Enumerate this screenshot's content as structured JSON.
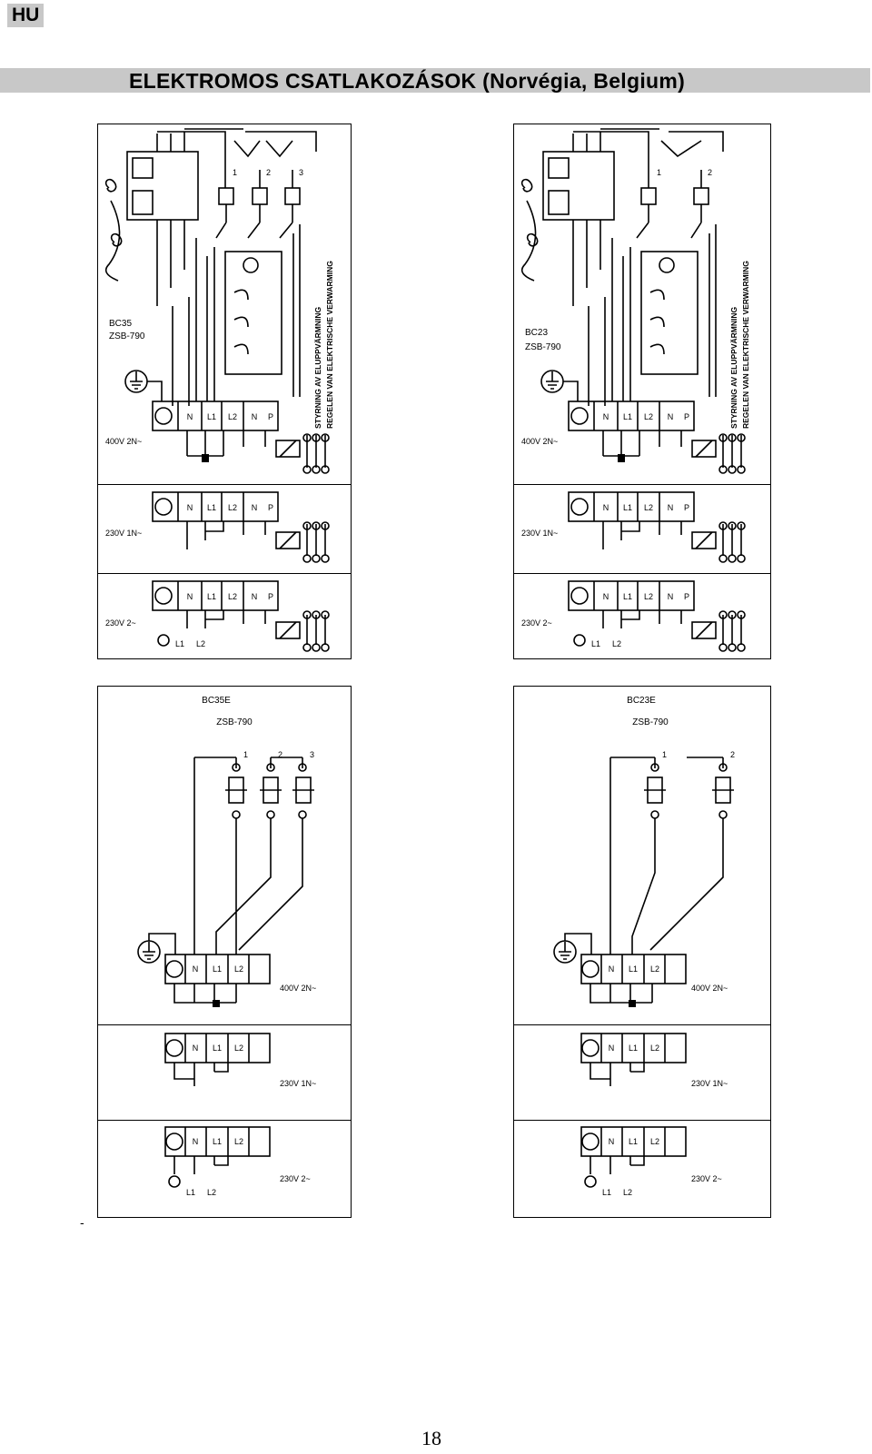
{
  "header": {
    "lang": "HU",
    "title": "ELEKTROMOS CSATLAKOZÁSOK (Norvégia, Belgium)"
  },
  "panels": [
    {
      "model": "BC35",
      "model2": "ZSB-790",
      "element_numbers": [
        "1",
        "2",
        "3"
      ],
      "side_label_1": "STYRNING AV ELUPPVÄRMNING",
      "side_label_2": "REGELEN VAN ELEKTRISCHE VERWARMING",
      "terminals": [
        "N",
        "L1",
        "L2",
        "N",
        "P"
      ],
      "voltages": [
        "400V 2N~",
        "230V 1N~",
        "230V 2~"
      ],
      "sub_labels": [
        "L1",
        "L2"
      ]
    },
    {
      "model": "BC23",
      "model2": "ZSB-790",
      "element_numbers": [
        "1",
        "2"
      ],
      "side_label_1": "STYRNING AV ELUPPVÄRMNING",
      "side_label_2": "REGELEN VAN ELEKTRISCHE VERWARMING",
      "terminals": [
        "N",
        "L1",
        "L2",
        "N",
        "P"
      ],
      "voltages": [
        "400V 2N~",
        "230V 1N~",
        "230V 2~"
      ],
      "sub_labels": [
        "L1",
        "L2"
      ]
    },
    {
      "model": "BC35E",
      "model2": "ZSB-790",
      "element_numbers": [
        "1",
        "2",
        "3"
      ],
      "terminals": [
        "N",
        "L1",
        "L2"
      ],
      "voltages": [
        "400V 2N~",
        "230V 1N~",
        "230V 2~"
      ],
      "sub_labels": [
        "L1",
        "L2"
      ]
    },
    {
      "model": "BC23E",
      "model2": "ZSB-790",
      "element_numbers": [
        "1",
        "2"
      ],
      "terminals": [
        "N",
        "L1",
        "L2"
      ],
      "voltages": [
        "400V 2N~",
        "230V 1N~",
        "230V 2~"
      ],
      "sub_labels": [
        "L1",
        "L2"
      ]
    }
  ],
  "footer": {
    "dash": "-",
    "page_number": "18"
  }
}
